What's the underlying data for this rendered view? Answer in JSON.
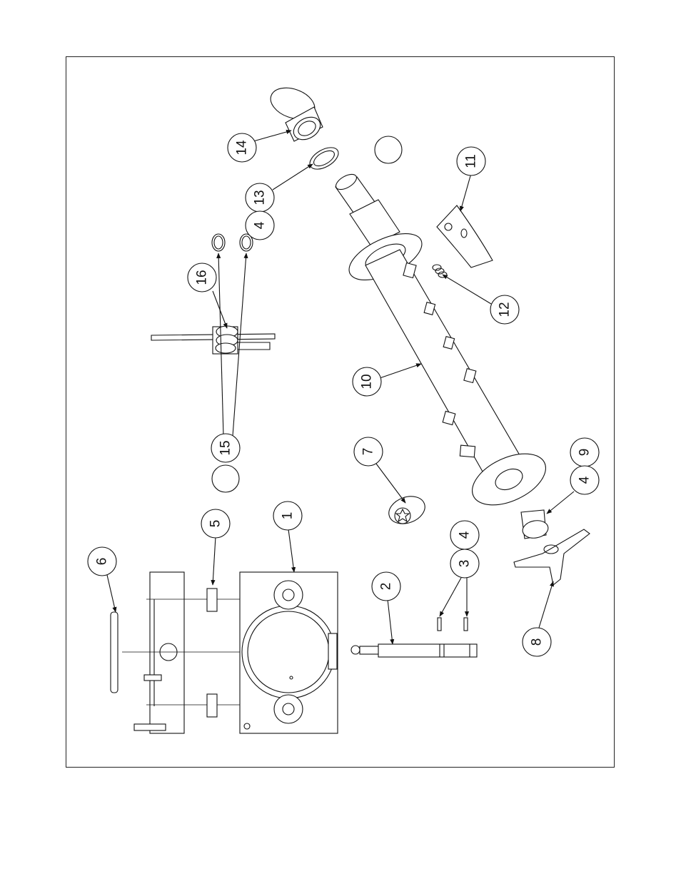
{
  "diagram": {
    "type": "exploded-parts-view",
    "orientation": "rotated-90-ccw",
    "line_color": "#111111",
    "background": "#ffffff"
  },
  "callouts": [
    {
      "id": "c14",
      "label": "14"
    },
    {
      "id": "c13",
      "label": "13"
    },
    {
      "id": "c4a",
      "label": "4"
    },
    {
      "id": "c11",
      "label": "11"
    },
    {
      "id": "c16",
      "label": "16"
    },
    {
      "id": "c12",
      "label": "12"
    },
    {
      "id": "c10",
      "label": "10"
    },
    {
      "id": "c15",
      "label": "15"
    },
    {
      "id": "c7",
      "label": "7"
    },
    {
      "id": "c9",
      "label": "9"
    },
    {
      "id": "c4b",
      "label": "4"
    },
    {
      "id": "c6",
      "label": "6"
    },
    {
      "id": "c5",
      "label": "5"
    },
    {
      "id": "c1",
      "label": "1"
    },
    {
      "id": "c4c",
      "label": "4"
    },
    {
      "id": "c3",
      "label": "3"
    },
    {
      "id": "c2",
      "label": "2"
    },
    {
      "id": "c8",
      "label": "8"
    }
  ]
}
